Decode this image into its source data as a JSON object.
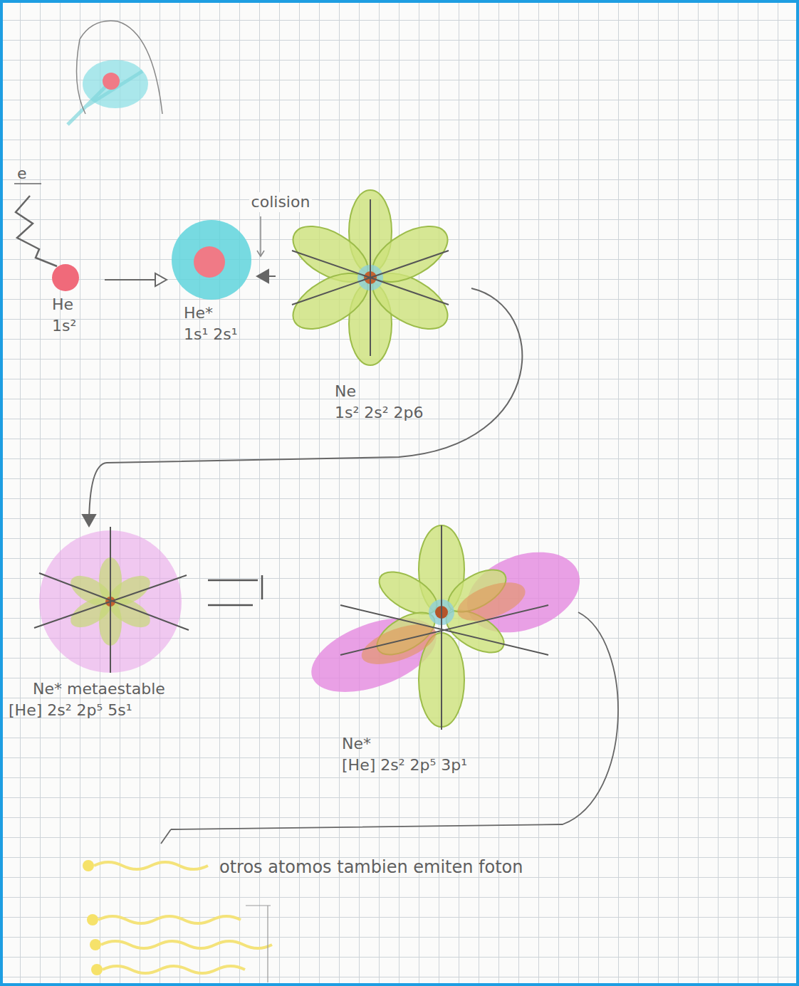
{
  "diagram": {
    "nodes": [
      {
        "text": [
          "He",
          "1s²"
        ]
      },
      {
        "text": [
          "He*",
          "1s¹ 2s¹"
        ]
      },
      {
        "text": [
          "Ne",
          "1s² 2s² 2p6"
        ]
      },
      {
        "text": [
          "Ne* metaestable",
          "[He] 2s² 2p⁵ 5s¹"
        ]
      },
      {
        "text": [
          "Ne*",
          "[He] 2s² 2p⁵ 3p¹"
        ]
      }
    ],
    "edges": [
      {
        "from": 0,
        "to": 1,
        "arrow": "to"
      },
      {
        "from": 2,
        "to": 1,
        "label": "colision",
        "arrow": "to"
      },
      {
        "from": 2,
        "to": 3,
        "arrow": "to"
      }
    ],
    "labels": [
      "e",
      "otros atomos tambien emiten foton"
    ]
  }
}
